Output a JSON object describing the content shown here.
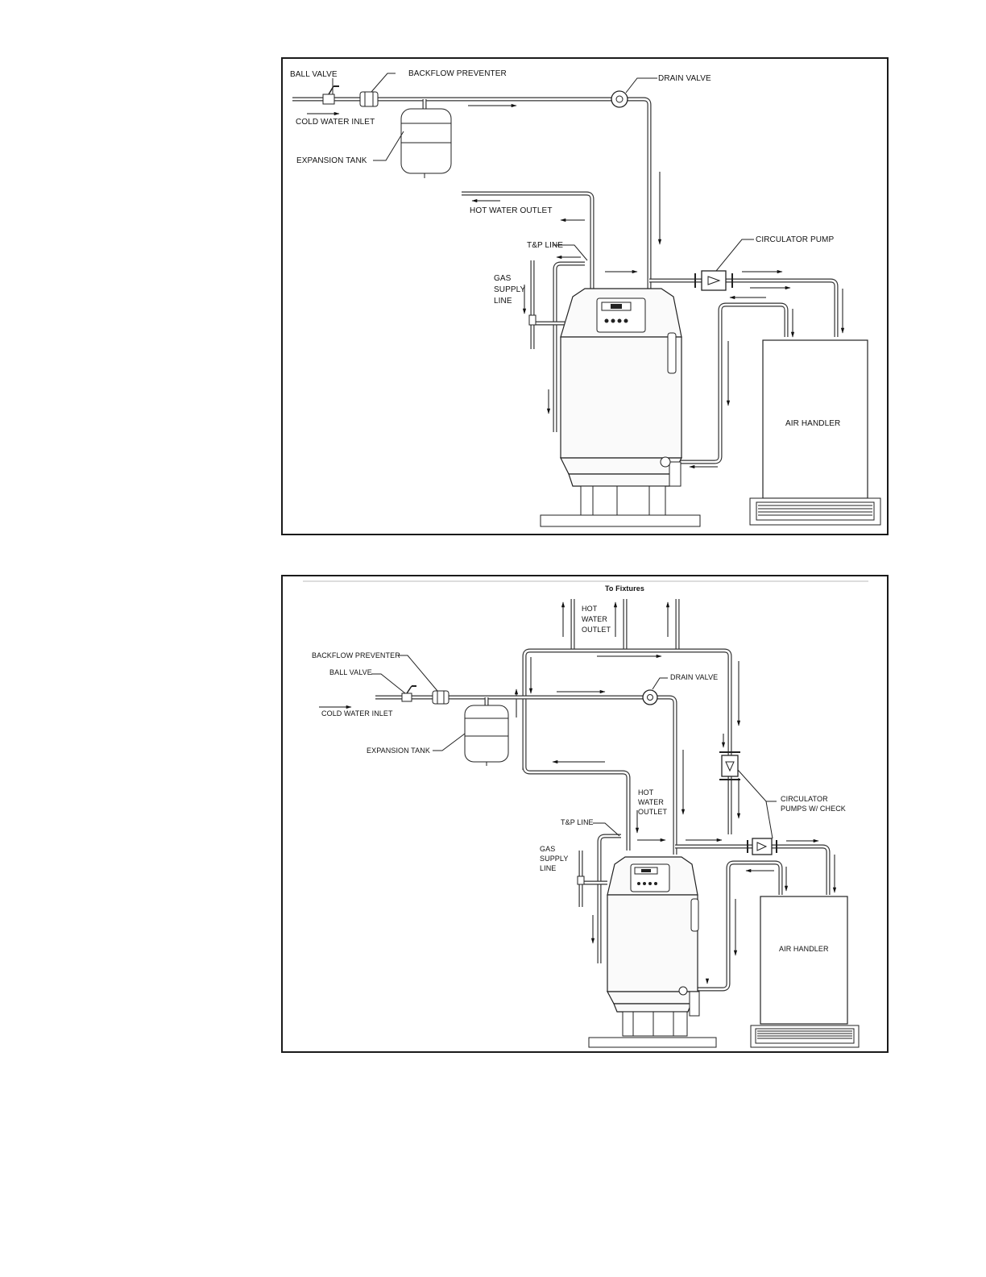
{
  "top_diagram": {
    "labels": {
      "ball_valve": "BALL VALVE",
      "backflow_preventer": "BACKFLOW PREVENTER",
      "drain_valve": "DRAIN VALVE",
      "cold_water_inlet": "COLD WATER INLET",
      "expansion_tank": "EXPANSION TANK",
      "hot_water_outlet": "HOT WATER OUTLET",
      "tp_line": "T&P LINE",
      "circulator_pump": "CIRCULATOR PUMP",
      "gas": "GAS",
      "supply": "SUPPLY",
      "line": "LINE",
      "air_handler": "AIR HANDLER"
    }
  },
  "bottom_diagram": {
    "labels": {
      "to_fixtures": "To Fixtures",
      "hot": "HOT",
      "water": "WATER",
      "outlet": "OUTLET",
      "backflow_preventer": "BACKFLOW PREVENTER",
      "ball_valve": "BALL VALVE",
      "drain_valve": "DRAIN VALVE",
      "cold_water_inlet": "COLD WATER INLET",
      "expansion_tank": "EXPANSION TANK",
      "hot2": "HOT",
      "water2": "WATER",
      "outlet2": "OUTLET",
      "tp_line": "T&P LINE",
      "gas": "GAS",
      "supply": "SUPPLY",
      "line": "LINE",
      "circulator_pumps_1": "CIRCULATOR",
      "circulator_pumps_2": "PUMPS W/ CHECK",
      "air_handler": "AIR HANDLER"
    }
  }
}
